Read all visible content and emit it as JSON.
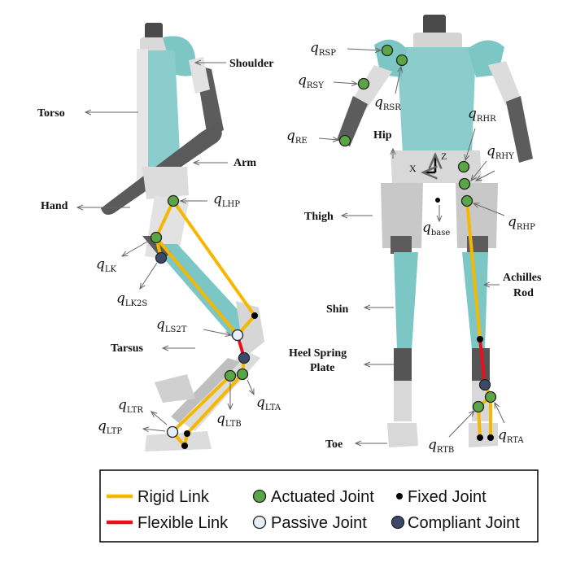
{
  "side_view_labels": {
    "shoulder": "Shoulder",
    "torso": "Torso",
    "arm": "Arm",
    "hand": "Hand",
    "tarsus": "Tarsus"
  },
  "front_view_labels": {
    "hip": "Hip",
    "thigh": "Thigh",
    "shin": "Shin",
    "heel_spring_plate_line1": "Heel Spring",
    "heel_spring_plate_line2": "Plate",
    "toe": "Toe",
    "achilles_rod_line1": "Achilles",
    "achilles_rod_line2": "Rod",
    "axis_z": "Z",
    "axis_x": "X"
  },
  "joints": {
    "lhp": {
      "base": "q",
      "sub": "LHP"
    },
    "lk": {
      "base": "q",
      "sub": "LK"
    },
    "lk2s": {
      "base": "q",
      "sub": "LK2S"
    },
    "ls2t": {
      "base": "q",
      "sub": "LS2T"
    },
    "lta": {
      "base": "q",
      "sub": "LTA"
    },
    "ltb": {
      "base": "q",
      "sub": "LTB"
    },
    "ltr": {
      "base": "q",
      "sub": "LTR"
    },
    "ltp": {
      "base": "q",
      "sub": "LTP"
    },
    "rsp": {
      "base": "q",
      "sub": "RSP"
    },
    "rsy": {
      "base": "q",
      "sub": "RSY"
    },
    "rsr": {
      "base": "q",
      "sub": "RSR"
    },
    "re": {
      "base": "q",
      "sub": "RE"
    },
    "rhr": {
      "base": "q",
      "sub": "RHR"
    },
    "rhy": {
      "base": "q",
      "sub": "RHY"
    },
    "rhp": {
      "base": "q",
      "sub": "RHP"
    },
    "qbase": {
      "base": "q",
      "sub": "base"
    },
    "rtb": {
      "base": "q",
      "sub": "RTB"
    },
    "rta": {
      "base": "q",
      "sub": "RTA"
    }
  },
  "legend": {
    "rigid_link": "Rigid Link",
    "flexible_link": "Flexible Link",
    "actuated_joint": "Actuated Joint",
    "passive_joint": "Passive Joint",
    "fixed_joint": "Fixed Joint",
    "compliant_joint": "Compliant Joint"
  },
  "colors": {
    "rigid_link": "#f5b800",
    "flexible_link": "#e8101a",
    "actuated_joint": "#5aa646",
    "passive_joint": "#e6eef8",
    "fixed_joint": "#000000",
    "compliant_joint": "#3b4a6b",
    "robot_teal": "#7cc6c6",
    "robot_grey": "#5c5c5c",
    "robot_white": "#e4e4e4"
  }
}
